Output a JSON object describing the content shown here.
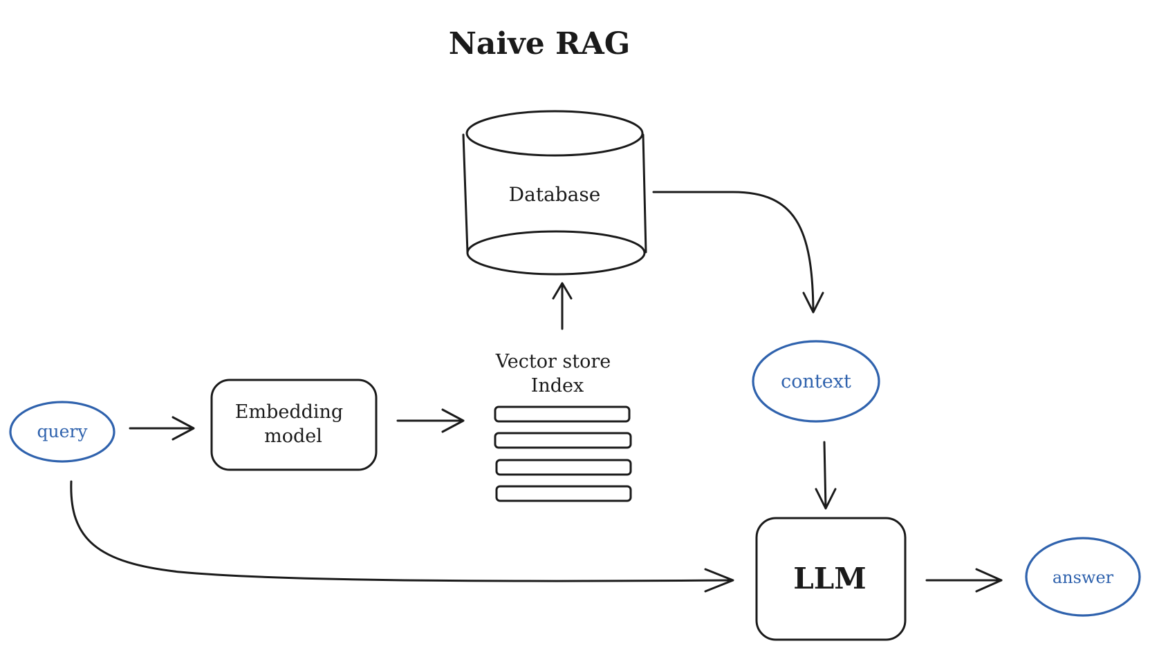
{
  "title": "Naive RAG",
  "nodes": {
    "database": "Database",
    "vector_store": {
      "line1": "Vector store",
      "line2": "Index"
    },
    "embedding": {
      "line1": "Embedding",
      "line2": "model"
    },
    "query": "query",
    "context": "context",
    "llm": "LLM",
    "answer": "answer"
  },
  "colors": {
    "ink": "#1a1a1a",
    "accent": "#2f62ad"
  }
}
